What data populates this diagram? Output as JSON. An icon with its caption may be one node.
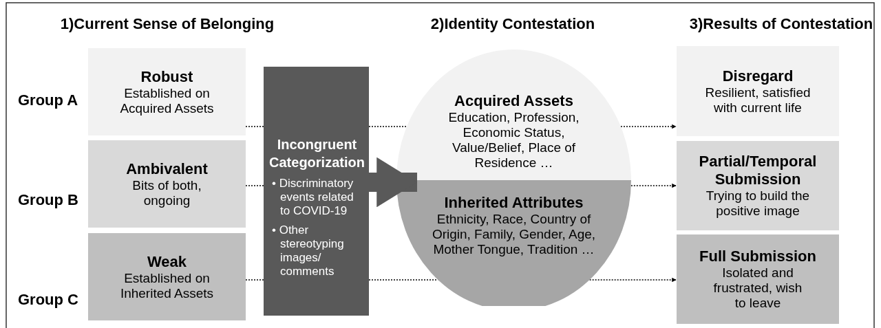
{
  "diagram": {
    "nodes": [
      {
        "text": [
          "Robust",
          "Established on Acquired Assets"
        ],
        "beside": [
          "Group A"
        ]
      },
      {
        "text": [
          "Ambivalent",
          "Bits of both, ongoing"
        ],
        "beside": [
          "Group B"
        ]
      },
      {
        "text": [
          "Weak",
          "Established on Inherited Assets"
        ],
        "beside": [
          "Group C"
        ]
      },
      {
        "text": [
          "Incongruent Categorization",
          "• Discriminatory events related to COVID-19",
          "• Other stereotyping images/ comments"
        ]
      },
      {
        "text": [
          "Acquired Assets",
          "Education, Profession, Economic Status, Value/Belief, Place of Residence …"
        ]
      },
      {
        "text": [
          "Inherited Attributes",
          "Ethnicity, Race, Country of Origin, Family, Gender, Age, Mother Tongue, Tradition …"
        ]
      },
      {
        "text": [
          "Disregard",
          "Resilient, satisfied with current life"
        ]
      },
      {
        "text": [
          "Partial/Temporal Submission",
          "Trying to build the positive image"
        ]
      },
      {
        "text": [
          "Full Submission",
          "Isolated and frustrated, wish to leave"
        ]
      }
    ],
    "edges": [
      {
        "from": 0,
        "to": 3,
        "arrow": "none",
        "style": "dashed"
      },
      {
        "from": 3,
        "to": 4,
        "arrow": "none",
        "style": "dashed"
      },
      {
        "from": 4,
        "to": 6,
        "arrow": "to",
        "style": "dashed"
      },
      {
        "from": 1,
        "to": 3,
        "arrow": "none",
        "style": "dashed"
      },
      {
        "from": 3,
        "to": 5,
        "arrow": "to",
        "style": "thick"
      },
      {
        "from": 5,
        "to": 7,
        "arrow": "to",
        "style": "dashed"
      },
      {
        "from": 2,
        "to": 3,
        "arrow": "none",
        "style": "dashed"
      },
      {
        "from": 3,
        "to": 5,
        "arrow": "none",
        "style": "dashed"
      },
      {
        "from": 5,
        "to": 8,
        "arrow": "to",
        "style": "dashed"
      }
    ],
    "labels": [
      "1)Current Sense of Belonging",
      "2)Identity Contestation",
      "3)Results of Contestation"
    ]
  }
}
